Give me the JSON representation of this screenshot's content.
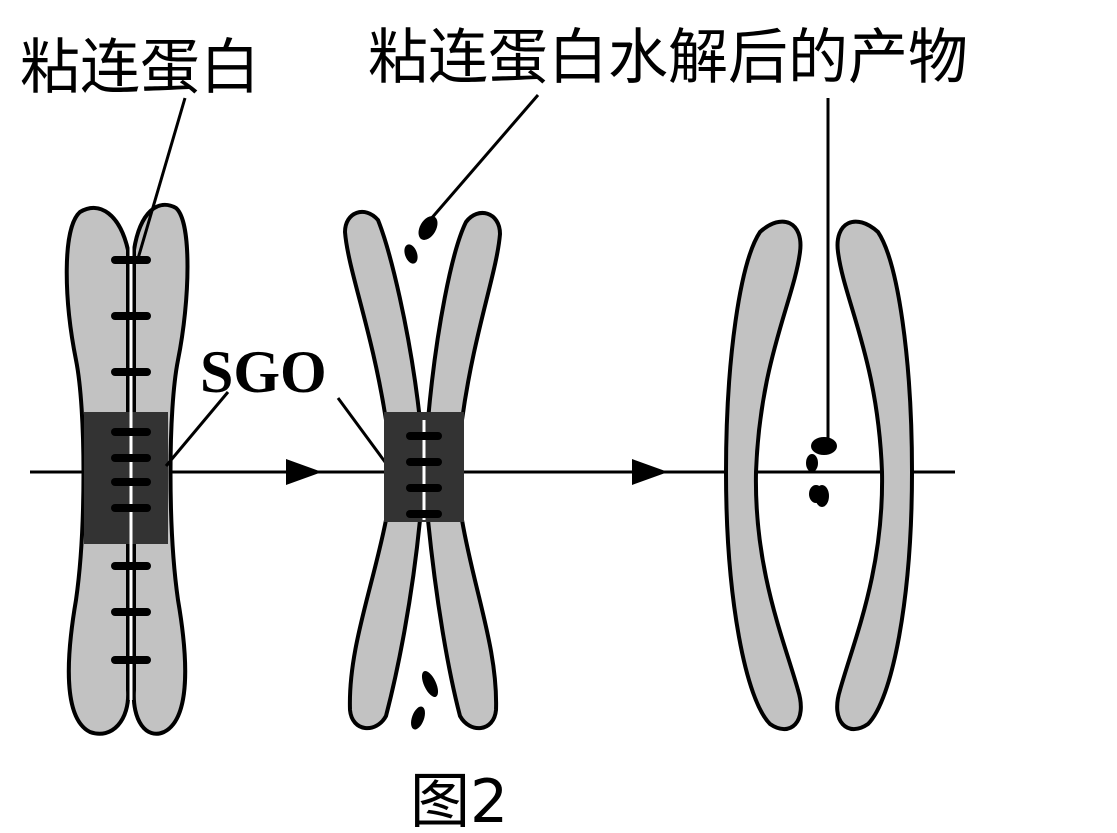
{
  "labels": {
    "cohesin": "粘连蛋白",
    "cohesin_products": "粘连蛋白水解后的产物",
    "sgo": "SGO",
    "figure": "图2"
  },
  "diagram": {
    "stages": [
      "chromosome-with-cohesin",
      "chromosome-after-partial-hydrolysis",
      "separated-chromatids"
    ],
    "colors": {
      "chromatid": "#c2c2c2",
      "centromere_region": "#333333",
      "outline": "#000000"
    },
    "icons": [
      "right-arrow-icon",
      "right-arrow-icon"
    ]
  }
}
